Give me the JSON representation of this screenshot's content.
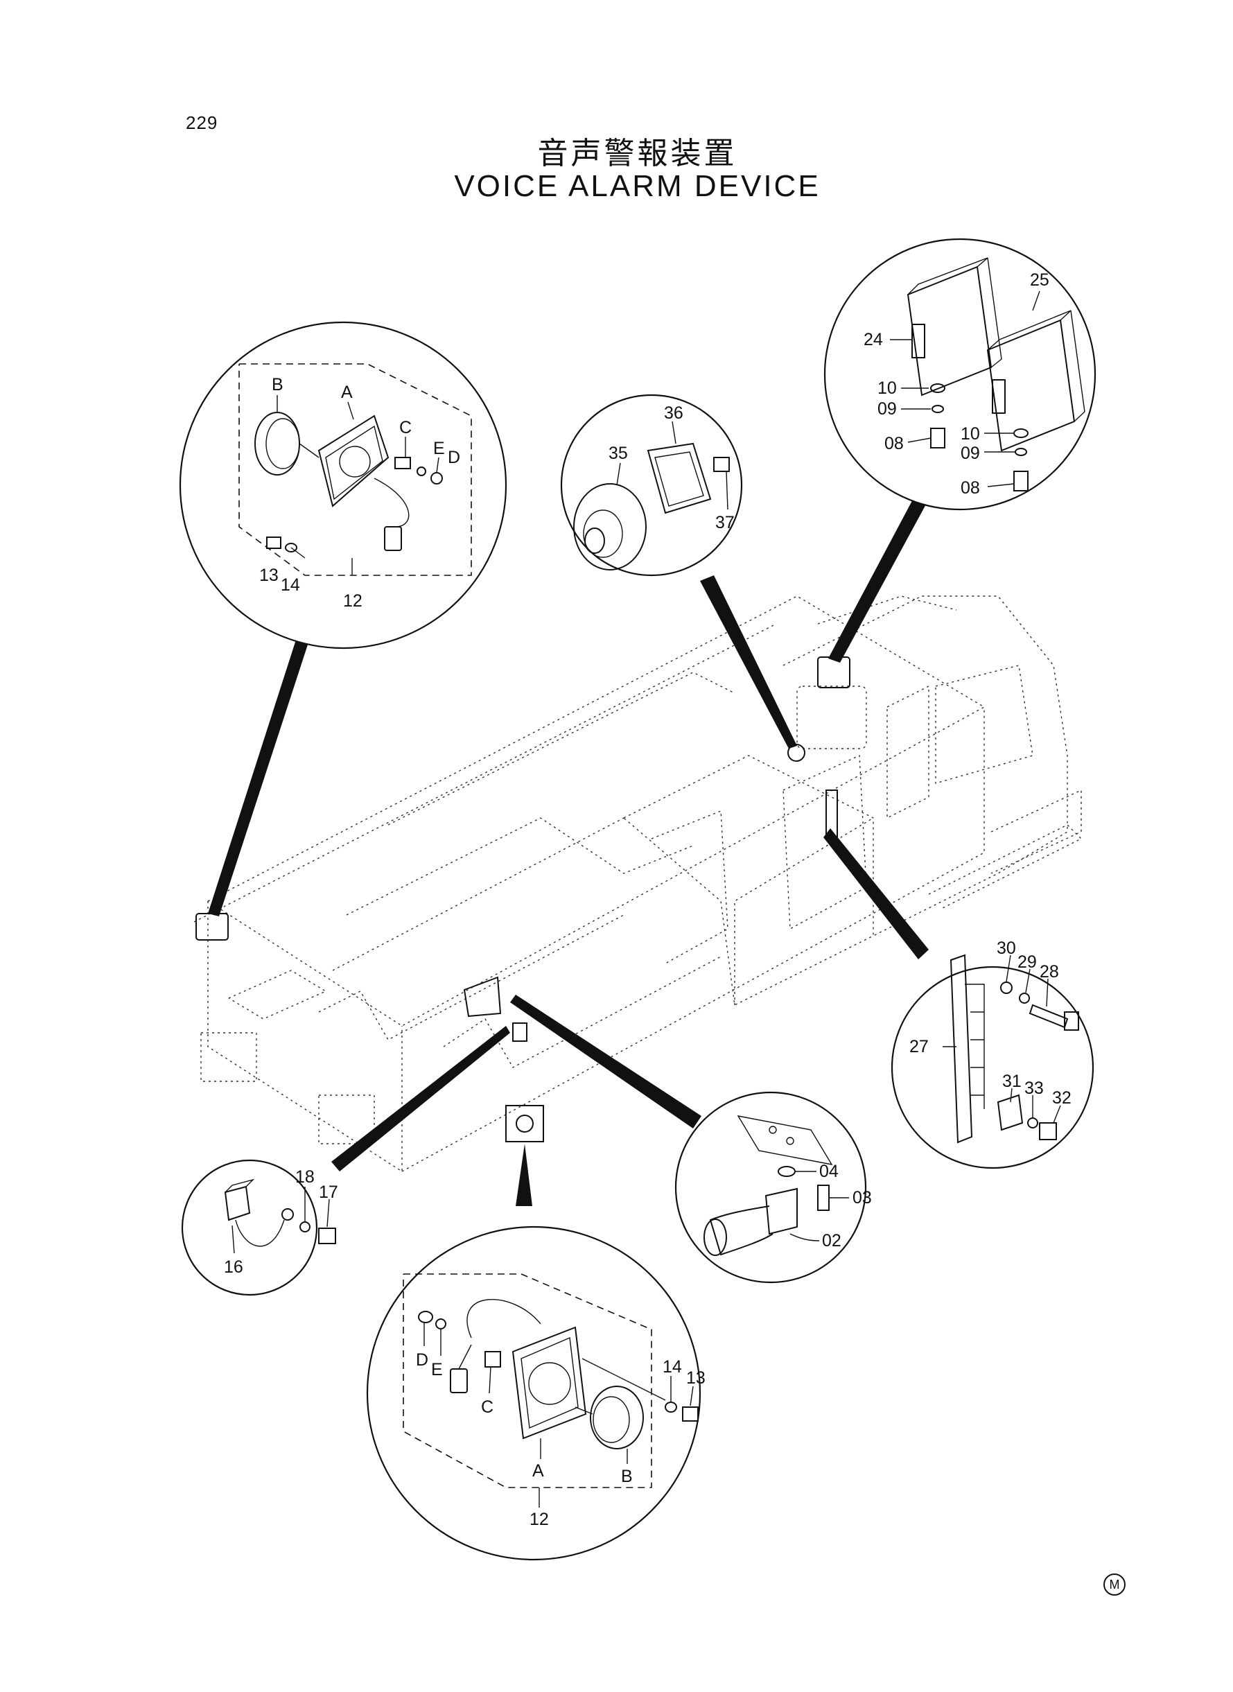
{
  "page": {
    "number": "229",
    "footer_mark": "M"
  },
  "title": {
    "japanese": "音声警報装置",
    "english": "VOICE ALARM DEVICE"
  },
  "callouts": {
    "left_unit": {
      "b": "B",
      "a": "A",
      "c": "C",
      "e": "E",
      "d": "D",
      "p13": "13",
      "p14": "14",
      "p12": "12"
    },
    "speaker": {
      "p36": "36",
      "p35": "35",
      "p37": "37"
    },
    "controllers": {
      "p25": "25",
      "p24": "24",
      "p10a": "10",
      "p09a": "09",
      "p08a": "08",
      "p10b": "10",
      "p09b": "09",
      "p08b": "08"
    },
    "bracket": {
      "p30": "30",
      "p29": "29",
      "p28": "28",
      "p27": "27",
      "p31": "31",
      "p33": "33",
      "p32": "32"
    },
    "horn": {
      "p04": "04",
      "p03": "03",
      "p02": "02"
    },
    "relay": {
      "p18": "18",
      "p17": "17",
      "p16": "16"
    },
    "bottom_unit": {
      "d": "D",
      "e": "E",
      "c": "C",
      "p14": "14",
      "p13": "13",
      "a": "A",
      "b": "B",
      "p12": "12"
    }
  }
}
